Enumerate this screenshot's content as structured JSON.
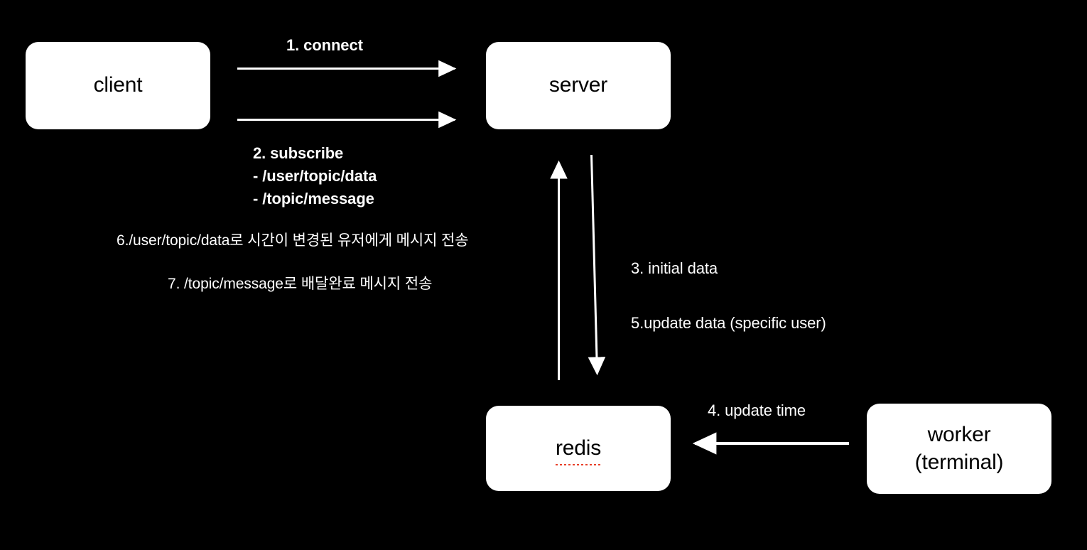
{
  "diagram": {
    "title": "WebSocket / Redis message flow",
    "background_color": "#000000",
    "node_fill_color": "#ffffff",
    "node_text_color": "#000000",
    "line_color": "#ffffff",
    "spellcheck_underline_color": "#e8402a",
    "nodes": [
      {
        "id": "client",
        "label": "client"
      },
      {
        "id": "server",
        "label": "server"
      },
      {
        "id": "redis",
        "label": "redis"
      },
      {
        "id": "worker",
        "label_line1": "worker",
        "label_line2": "(terminal)"
      }
    ],
    "labels": {
      "step1": "1. connect",
      "step2_title": "2. subscribe",
      "step2_item1": "- /user/topic/data",
      "step2_item2": "- /topic/message",
      "step6": "6./user/topic/data로 시간이 변경된 유저에게 메시지 전송",
      "step7": "7. /topic/message로 배달완료 메시지 전송",
      "step3": "3. initial data",
      "step5": "5.update data (specific user)",
      "step4": "4. update time"
    },
    "arrows": [
      {
        "id": "client-to-server-connect",
        "direction": "right",
        "label_ref": "step1"
      },
      {
        "id": "client-to-server-subscribe",
        "direction": "right",
        "label_ref": "step2_title"
      },
      {
        "id": "redis-to-server-up",
        "direction": "up",
        "label_ref": "step6"
      },
      {
        "id": "server-to-redis-down",
        "direction": "down",
        "label_ref": "step3"
      },
      {
        "id": "worker-to-redis",
        "direction": "left",
        "label_ref": "step4"
      }
    ]
  }
}
